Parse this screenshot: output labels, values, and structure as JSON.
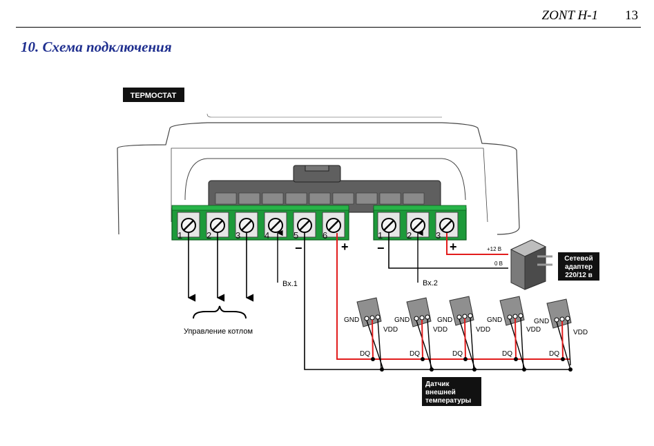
{
  "header": {
    "doc_title": "ZONT H-1",
    "page_number": "13"
  },
  "section": {
    "title": "10. Схема подключения"
  },
  "diagram": {
    "thermostat_label": "ТЕРМОСТАТ",
    "left_terminals": [
      "1",
      "2",
      "3",
      "4",
      "5",
      "6"
    ],
    "right_terminals": [
      "1",
      "2",
      "3"
    ],
    "minus_sign": "−",
    "plus_sign": "+",
    "input1_label": "Вх.1",
    "input2_label": "Вх.2",
    "boiler_control_label": "Управление котлом",
    "plus12_label": "+12 В",
    "zero_label": "0 В",
    "adapter_label": [
      "Сетевой",
      "адаптер",
      "220/12 в"
    ],
    "sensor_pin_gnd": "GND",
    "sensor_pin_vdd": "VDD",
    "sensor_pin_dq": "DQ",
    "sensor_label": [
      "Датчик",
      "внешней",
      "температуры"
    ]
  },
  "colors": {
    "terminal_green": "#1d9a3a",
    "wire_red": "#e21b1b",
    "title_blue": "#1f2f8f"
  }
}
